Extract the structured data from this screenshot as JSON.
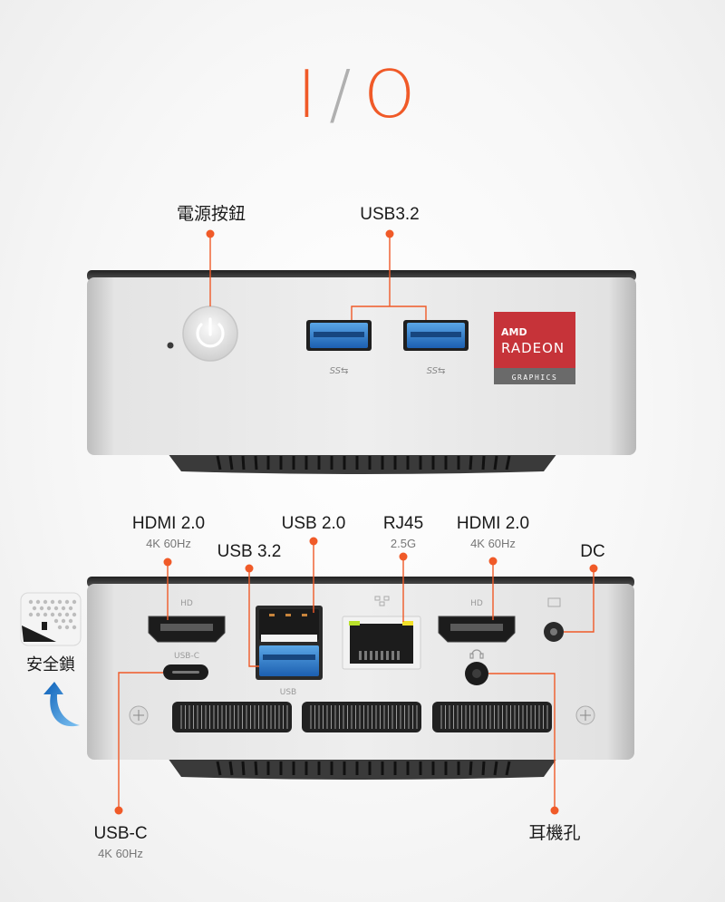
{
  "title": {
    "i": "I",
    "slash": "/",
    "o": "O"
  },
  "accent_color": "#f05a28",
  "front_panel": {
    "power_label": "電源按鈕",
    "usb_label": "USB3.2",
    "ports": [
      "power-button",
      "status-led",
      "usb-a-3-2",
      "usb-a-3-2"
    ],
    "ss_marks": [
      "SS⇆",
      "SS⇆"
    ],
    "badge": {
      "brand": "AMD",
      "product": "RADEON",
      "line": "GRAPHICS",
      "color": "#c63339"
    }
  },
  "rear_panel": {
    "labels": {
      "hdmi1": {
        "name": "HDMI 2.0",
        "spec": "4K 60Hz"
      },
      "usb32": {
        "name": "USB 3.2"
      },
      "usb20": {
        "name": "USB 2.0"
      },
      "rj45": {
        "name": "RJ45",
        "spec": "2.5G"
      },
      "hdmi2": {
        "name": "HDMI 2.0",
        "spec": "4K 60Hz"
      },
      "dc": {
        "name": "DC"
      },
      "usbc": {
        "name": "USB-C",
        "spec": "4K 60Hz"
      },
      "audio": {
        "name": "耳機孔"
      }
    },
    "printed": {
      "hd1": "HD",
      "hd2": "HD",
      "usbc": "USB-C",
      "usb": "USB"
    },
    "lock_label": "安全鎖"
  }
}
